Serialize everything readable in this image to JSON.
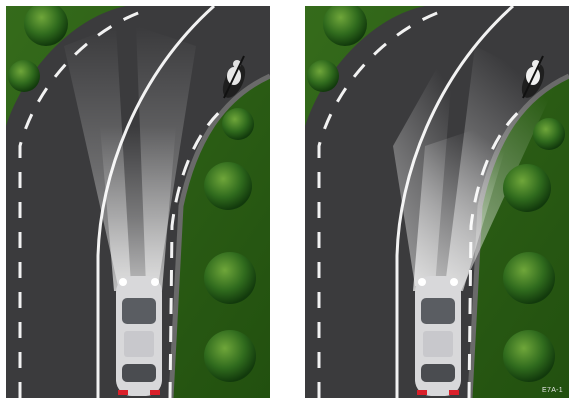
{
  "scene": {
    "left_panel": {
      "beam": "static"
    },
    "right_panel": {
      "beam": "adaptive-curve"
    }
  },
  "watermark": "E7A-1",
  "colors": {
    "grass": "#2f5f17",
    "road": "#3b3b3d",
    "line": "#f2f2f2",
    "beam": "#ffffff",
    "car": "#d8d8da",
    "taillight": "#d9202a"
  }
}
